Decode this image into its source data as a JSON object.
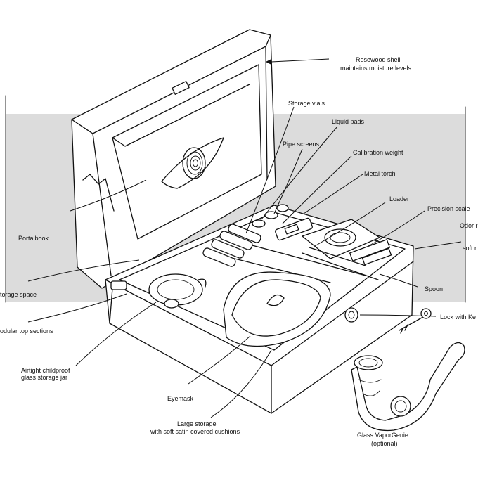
{
  "diagram": {
    "background_color": "#dcdcdc",
    "line_color": "#111111",
    "labels": {
      "rosewood_1": "Rosewood shell",
      "rosewood_2": "maintains moisture levels",
      "storage_vials": "Storage vials",
      "liquid_pads": "Liquid pads",
      "pipe_screens": "Pipe screens",
      "calibration_weight": "Calibration weight",
      "metal_torch": "Metal torch",
      "loader": "Loader",
      "precision_scale": "Precision scale",
      "odor_1": "Odor r",
      "odor_2": "soft r",
      "portalbook": "Portalbook",
      "storage_space": "torage space",
      "modular_top": "odular top sections",
      "spoon": "Spoon",
      "lock_with_key": "Lock with Ke",
      "airtight_1": "Airtight childproof",
      "airtight_2": "glass storage jar",
      "eyemask": "Eyemask",
      "large_storage_1": "Large storage",
      "large_storage_2": "with soft satin covered cushions",
      "vaporgenie_1": "Glass VaporGenie",
      "vaporgenie_2": "(optional)"
    }
  }
}
